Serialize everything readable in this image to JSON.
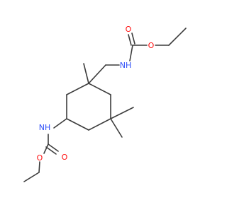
{
  "molecule": {
    "colors": {
      "bond": "#3c3c3c",
      "oxygen": "#ff0d0d",
      "nitrogen": "#3050f8",
      "background": "#ffffff"
    },
    "atoms": [
      {
        "id": "o-carbonyl-top",
        "symbol": "O",
        "element": "oxygen"
      },
      {
        "id": "o-ester-top",
        "symbol": "O",
        "element": "oxygen"
      },
      {
        "id": "n-h-top",
        "symbol": "NH",
        "element": "nitrogen"
      },
      {
        "id": "n-h-left",
        "symbol": "NH",
        "element": "nitrogen"
      },
      {
        "id": "o-ester-bottom",
        "symbol": "O",
        "element": "oxygen"
      },
      {
        "id": "o-carbonyl-bottom",
        "symbol": "O",
        "element": "oxygen"
      }
    ]
  }
}
